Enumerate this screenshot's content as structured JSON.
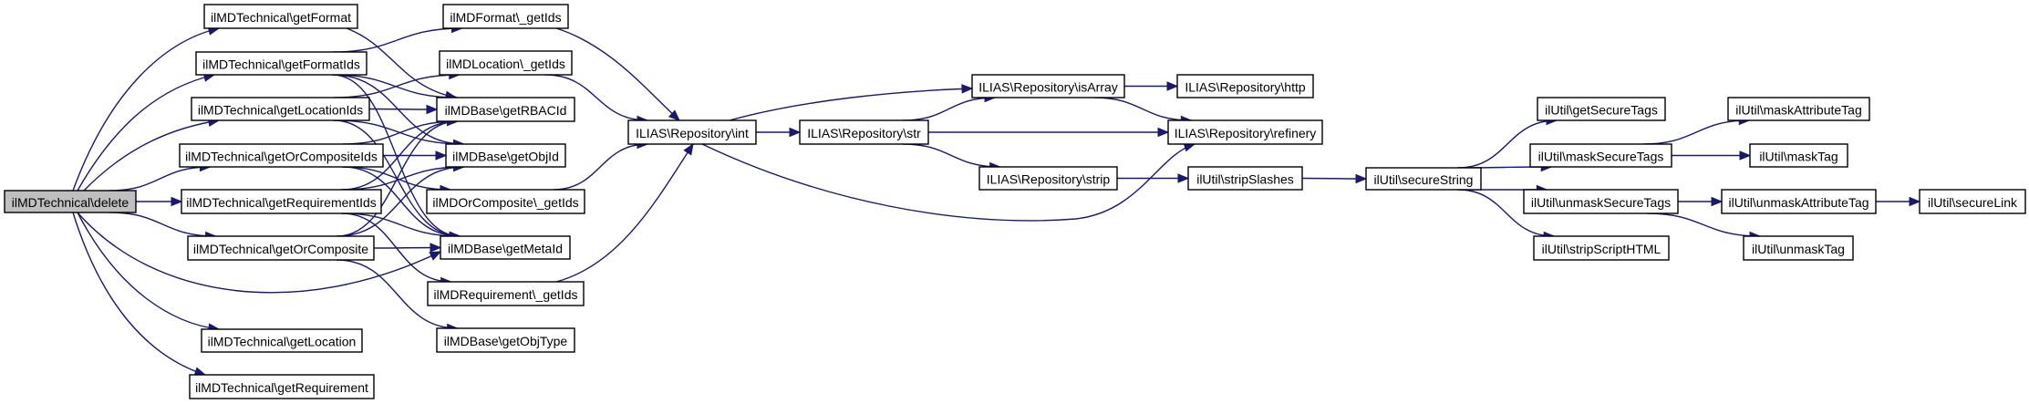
{
  "diagram": {
    "type": "call-graph",
    "colors": {
      "edge": "#191970",
      "root_fill": "#bfbfbf",
      "node_fill": "#ffffff",
      "node_border": "#000000"
    },
    "nodes": [
      {
        "id": "delete",
        "label": "ilMDTechnical\\delete",
        "root": true
      },
      {
        "id": "getFormat",
        "label": "ilMDTechnical\\getFormat"
      },
      {
        "id": "getFormatIds",
        "label": "ilMDTechnical\\getFormatIds"
      },
      {
        "id": "getLocationIds",
        "label": "ilMDTechnical\\getLocationIds"
      },
      {
        "id": "getOrCompositeIds",
        "label": "ilMDTechnical\\getOrCompositeIds"
      },
      {
        "id": "getRequirementIds",
        "label": "ilMDTechnical\\getRequirementIds"
      },
      {
        "id": "getOrComposite",
        "label": "ilMDTechnical\\getOrComposite"
      },
      {
        "id": "getLocation",
        "label": "ilMDTechnical\\getLocation"
      },
      {
        "id": "getRequirement",
        "label": "ilMDTechnical\\getRequirement"
      },
      {
        "id": "formatGetIds",
        "label": "ilMDFormat\\_getIds"
      },
      {
        "id": "locationGetIds",
        "label": "ilMDLocation\\_getIds"
      },
      {
        "id": "getRBACId",
        "label": "ilMDBase\\getRBACId"
      },
      {
        "id": "getObjId",
        "label": "ilMDBase\\getObjId"
      },
      {
        "id": "orCompositeGetIds",
        "label": "ilMDOrComposite\\_getIds"
      },
      {
        "id": "getMetaId",
        "label": "ilMDBase\\getMetaId"
      },
      {
        "id": "requirementGetIds",
        "label": "ilMDRequirement\\_getIds"
      },
      {
        "id": "getObjType",
        "label": "ilMDBase\\getObjType"
      },
      {
        "id": "int",
        "label": "ILIAS\\Repository\\int"
      },
      {
        "id": "str",
        "label": "ILIAS\\Repository\\str"
      },
      {
        "id": "isArray",
        "label": "ILIAS\\Repository\\isArray"
      },
      {
        "id": "http",
        "label": "ILIAS\\Repository\\http"
      },
      {
        "id": "refinery",
        "label": "ILIAS\\Repository\\refinery"
      },
      {
        "id": "strip",
        "label": "ILIAS\\Repository\\strip"
      },
      {
        "id": "stripSlashes",
        "label": "ilUtil\\stripSlashes"
      },
      {
        "id": "secureString",
        "label": "ilUtil\\secureString"
      },
      {
        "id": "getSecureTags",
        "label": "ilUtil\\getSecureTags"
      },
      {
        "id": "maskSecureTags",
        "label": "ilUtil\\maskSecureTags"
      },
      {
        "id": "unmaskSecureTags",
        "label": "ilUtil\\unmaskSecureTags"
      },
      {
        "id": "stripScriptHTML",
        "label": "ilUtil\\stripScriptHTML"
      },
      {
        "id": "maskAttributeTag",
        "label": "ilUtil\\maskAttributeTag"
      },
      {
        "id": "maskTag",
        "label": "ilUtil\\maskTag"
      },
      {
        "id": "unmaskAttributeTag",
        "label": "ilUtil\\unmaskAttributeTag"
      },
      {
        "id": "secureLink",
        "label": "ilUtil\\secureLink"
      },
      {
        "id": "unmaskTag",
        "label": "ilUtil\\unmaskTag"
      }
    ],
    "edges": [
      [
        "delete",
        "getFormat"
      ],
      [
        "delete",
        "getFormatIds"
      ],
      [
        "delete",
        "getLocationIds"
      ],
      [
        "delete",
        "getOrCompositeIds"
      ],
      [
        "delete",
        "getRequirementIds"
      ],
      [
        "delete",
        "getOrComposite"
      ],
      [
        "delete",
        "getMetaId"
      ],
      [
        "delete",
        "getLocation"
      ],
      [
        "delete",
        "getRequirement"
      ],
      [
        "getFormat",
        "getRBACId"
      ],
      [
        "getFormatIds",
        "formatGetIds"
      ],
      [
        "getFormatIds",
        "getRBACId"
      ],
      [
        "getFormatIds",
        "getObjId"
      ],
      [
        "getFormatIds",
        "getMetaId"
      ],
      [
        "getLocationIds",
        "locationGetIds"
      ],
      [
        "getLocationIds",
        "getRBACId"
      ],
      [
        "getLocationIds",
        "getObjId"
      ],
      [
        "getLocationIds",
        "getMetaId"
      ],
      [
        "getOrCompositeIds",
        "getRBACId"
      ],
      [
        "getOrCompositeIds",
        "getObjId"
      ],
      [
        "getOrCompositeIds",
        "orCompositeGetIds"
      ],
      [
        "getOrCompositeIds",
        "getMetaId"
      ],
      [
        "getRequirementIds",
        "getRBACId"
      ],
      [
        "getRequirementIds",
        "getObjId"
      ],
      [
        "getRequirementIds",
        "getMetaId"
      ],
      [
        "getRequirementIds",
        "requirementGetIds"
      ],
      [
        "getOrComposite",
        "getRBACId"
      ],
      [
        "getOrComposite",
        "getObjId"
      ],
      [
        "getOrComposite",
        "getMetaId"
      ],
      [
        "getOrComposite",
        "getObjType"
      ],
      [
        "formatGetIds",
        "int"
      ],
      [
        "locationGetIds",
        "int"
      ],
      [
        "orCompositeGetIds",
        "int"
      ],
      [
        "requirementGetIds",
        "int"
      ],
      [
        "int",
        "str"
      ],
      [
        "int",
        "isArray"
      ],
      [
        "int",
        "refinery"
      ],
      [
        "str",
        "isArray"
      ],
      [
        "str",
        "refinery"
      ],
      [
        "str",
        "strip"
      ],
      [
        "isArray",
        "http"
      ],
      [
        "isArray",
        "refinery"
      ],
      [
        "strip",
        "stripSlashes"
      ],
      [
        "stripSlashes",
        "secureString"
      ],
      [
        "secureString",
        "getSecureTags"
      ],
      [
        "secureString",
        "maskSecureTags"
      ],
      [
        "secureString",
        "unmaskSecureTags"
      ],
      [
        "secureString",
        "stripScriptHTML"
      ],
      [
        "maskSecureTags",
        "maskAttributeTag"
      ],
      [
        "maskSecureTags",
        "maskTag"
      ],
      [
        "unmaskSecureTags",
        "unmaskAttributeTag"
      ],
      [
        "unmaskSecureTags",
        "unmaskTag"
      ],
      [
        "unmaskAttributeTag",
        "secureLink"
      ]
    ]
  }
}
